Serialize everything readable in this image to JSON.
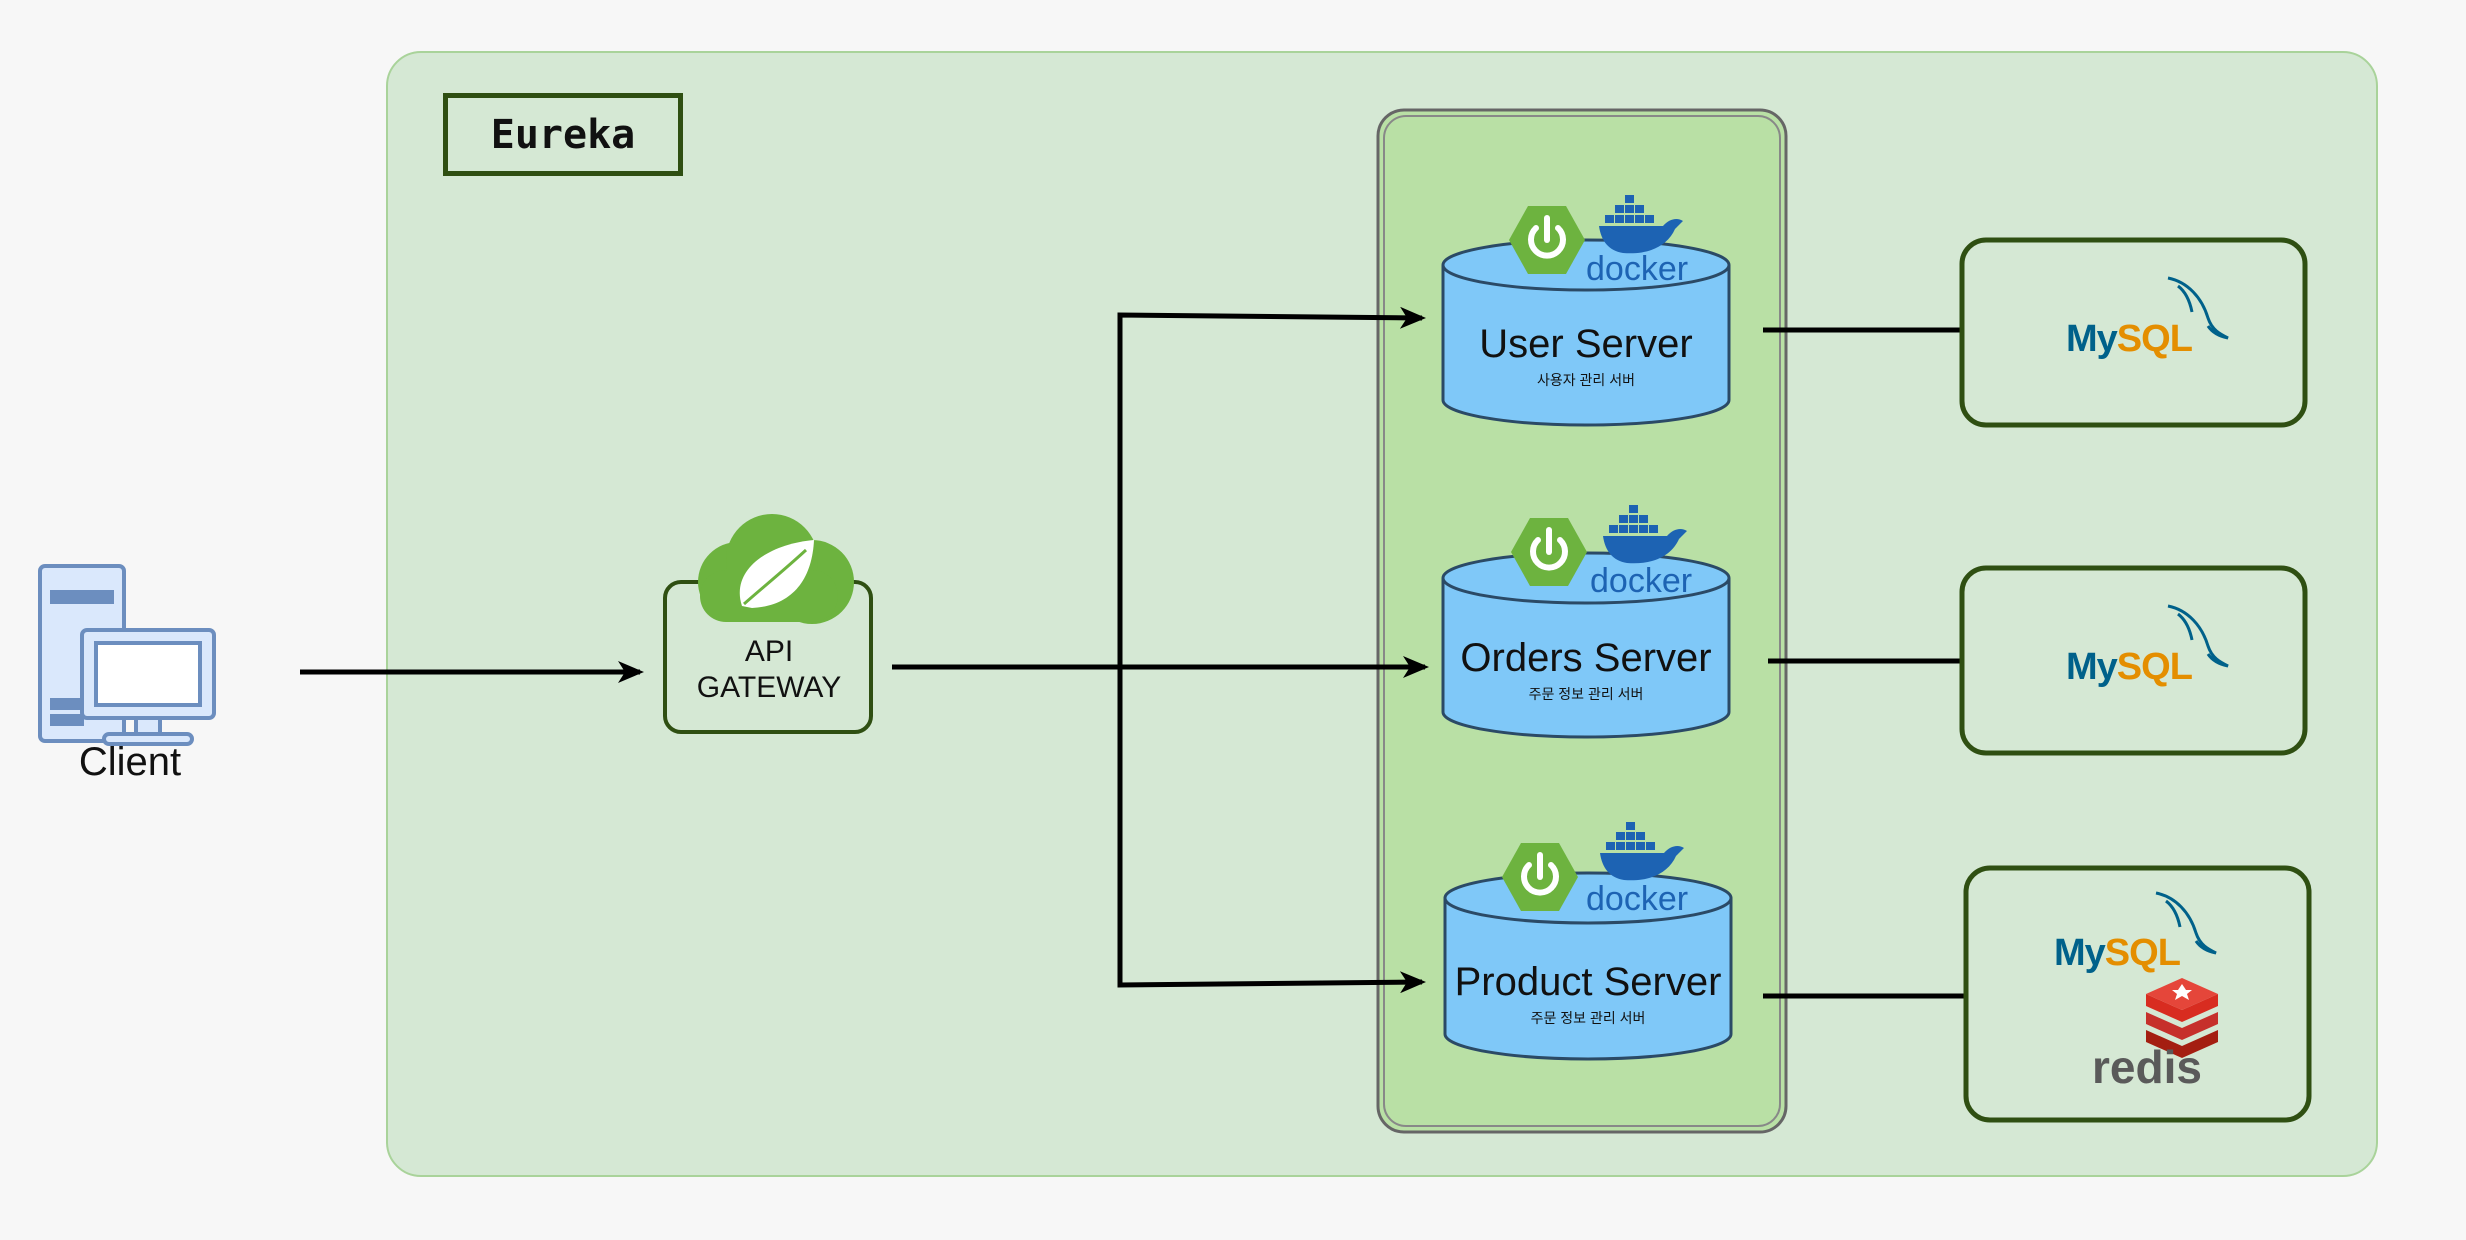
{
  "eureka": {
    "label": "Eureka"
  },
  "client": {
    "label": "Client"
  },
  "gateway": {
    "line1": "API",
    "line2": "GATEWAY"
  },
  "servers": [
    {
      "title": "User Server",
      "subtitle": "사용자 관리 서버",
      "docker": "docker"
    },
    {
      "title": "Orders Server",
      "subtitle": "주문 정보 관리 서버",
      "docker": "docker"
    },
    {
      "title": "Product Server",
      "subtitle": "주문 정보 관리 서버",
      "docker": "docker"
    }
  ],
  "databases": [
    {
      "my": "My",
      "sql": "SQL"
    },
    {
      "my": "My",
      "sql": "SQL"
    },
    {
      "my": "My",
      "sql": "SQL",
      "extra": "redis"
    }
  ],
  "colors": {
    "background": "#f7f7f7",
    "eureka_region": "#d5e8d4",
    "server_group": "#b9e0a5",
    "cylinder": "#7fc8f8",
    "dark_green_border": "#2f4f12",
    "spring_green": "#6db33f",
    "docker_blue": "#1d63b3",
    "redis_red": "#d82c20"
  },
  "icons": [
    "desktop-computer-icon",
    "spring-cloud-icon",
    "spring-boot-icon",
    "docker-whale-icon",
    "mysql-dolphin-icon",
    "redis-cube-icon"
  ]
}
